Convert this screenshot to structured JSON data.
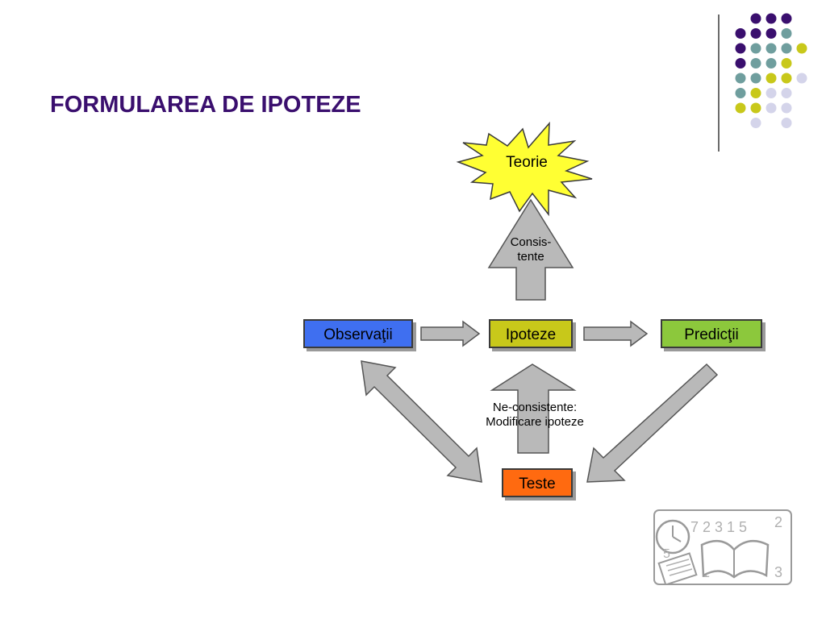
{
  "slide": {
    "title": "FORMULAREA DE IPOTEZE"
  },
  "diagram": {
    "nodes": {
      "teorie": "Teorie",
      "observatii": "Observaţii",
      "ipoteze": "Ipoteze",
      "predictii": "Predicţii",
      "teste": "Teste"
    },
    "labels": {
      "consistente_line1": "Consis-",
      "consistente_line2": "tente",
      "neconsistente_line1": "Ne-consistente:",
      "neconsistente_line2": "Modificare ipoteze"
    }
  },
  "colors": {
    "title": "#3a0f6e",
    "observatii": "#3f6ff0",
    "ipoteze": "#c8c81a",
    "predictii": "#8cc83c",
    "teste": "#ff6a10",
    "teorie": "#ffff33",
    "arrow_fill": "#b9b9b9",
    "dot_purple": "#3a0f6e",
    "dot_teal": "#6f9e9e",
    "dot_olive": "#c8c81a",
    "dot_lavender": "#d4d4ea"
  },
  "icons": {
    "decoration": "dot-grid",
    "clipart": "clock-numbers-book-clipart"
  }
}
